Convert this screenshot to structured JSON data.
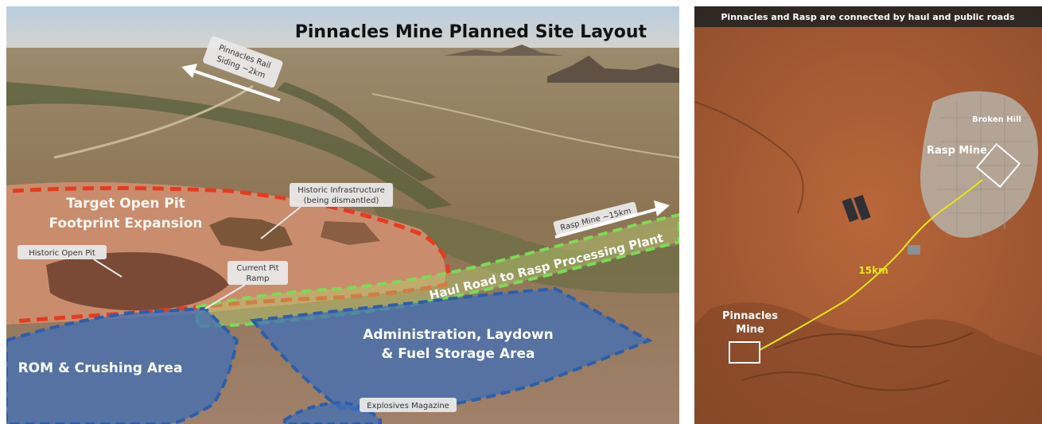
{
  "aerial": {
    "title": "Pinnacles Mine Planned Site Layout",
    "rail_label_1": "Pinnacles Rail",
    "rail_label_2": "Siding ~2km",
    "rasp_distance": "Rasp Mine ~15km",
    "infra_label_1": "Historic Infrastructure",
    "infra_label_2": "(being dismantled)",
    "open_pit_label_1": "Target Open Pit",
    "open_pit_label_2": "Footprint Expansion",
    "historic_pit": "Historic Open Pit",
    "pit_ramp_1": "Current Pit",
    "pit_ramp_2": "Ramp",
    "haul_road": "Haul Road to Rasp Processing Plant",
    "admin_1": "Administration, Laydown",
    "admin_2": "& Fuel Storage Area",
    "rom": "ROM & Crushing Area",
    "explosives": "Explosives Magazine"
  },
  "satellite": {
    "banner": "Pinnacles and Rasp are connected by haul and public roads",
    "broken_hill": "Broken Hill",
    "rasp_mine": "Rasp Mine",
    "distance": "15km",
    "pinnacles_1": "Pinnacles",
    "pinnacles_2": "Mine"
  },
  "colors": {
    "open_pit_outline": "#e53b22",
    "haul_road_outline": "#7ed957",
    "zone_fill": "#3f6fb8",
    "zone_outline": "#2d5ea8",
    "route_line": "#e6e619"
  }
}
